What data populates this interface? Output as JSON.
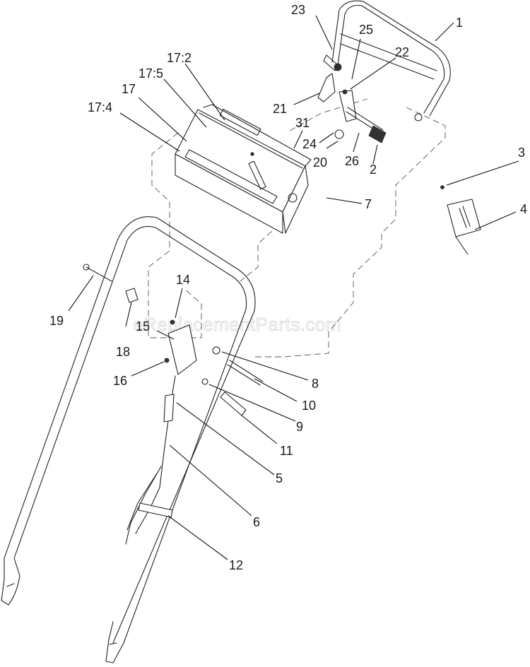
{
  "watermark": "eReplacementParts.com",
  "callouts": [
    {
      "id": "c1",
      "label": "1"
    },
    {
      "id": "c2",
      "label": "2"
    },
    {
      "id": "c3",
      "label": "3"
    },
    {
      "id": "c4",
      "label": "4"
    },
    {
      "id": "c5",
      "label": "5"
    },
    {
      "id": "c6",
      "label": "6"
    },
    {
      "id": "c7",
      "label": "7"
    },
    {
      "id": "c8",
      "label": "8"
    },
    {
      "id": "c9",
      "label": "9"
    },
    {
      "id": "c10",
      "label": "10"
    },
    {
      "id": "c11",
      "label": "11"
    },
    {
      "id": "c12",
      "label": "12"
    },
    {
      "id": "c14",
      "label": "14"
    },
    {
      "id": "c15",
      "label": "15"
    },
    {
      "id": "c16",
      "label": "16"
    },
    {
      "id": "c17",
      "label": "17"
    },
    {
      "id": "c17_2",
      "label": "17:2"
    },
    {
      "id": "c17_4",
      "label": "17:4"
    },
    {
      "id": "c17_5",
      "label": "17:5"
    },
    {
      "id": "c18",
      "label": "18"
    },
    {
      "id": "c19",
      "label": "19"
    },
    {
      "id": "c20",
      "label": "20"
    },
    {
      "id": "c21",
      "label": "21"
    },
    {
      "id": "c22",
      "label": "22"
    },
    {
      "id": "c23",
      "label": "23"
    },
    {
      "id": "c24",
      "label": "24"
    },
    {
      "id": "c25",
      "label": "25"
    },
    {
      "id": "c26",
      "label": "26"
    },
    {
      "id": "c31",
      "label": "31"
    }
  ]
}
